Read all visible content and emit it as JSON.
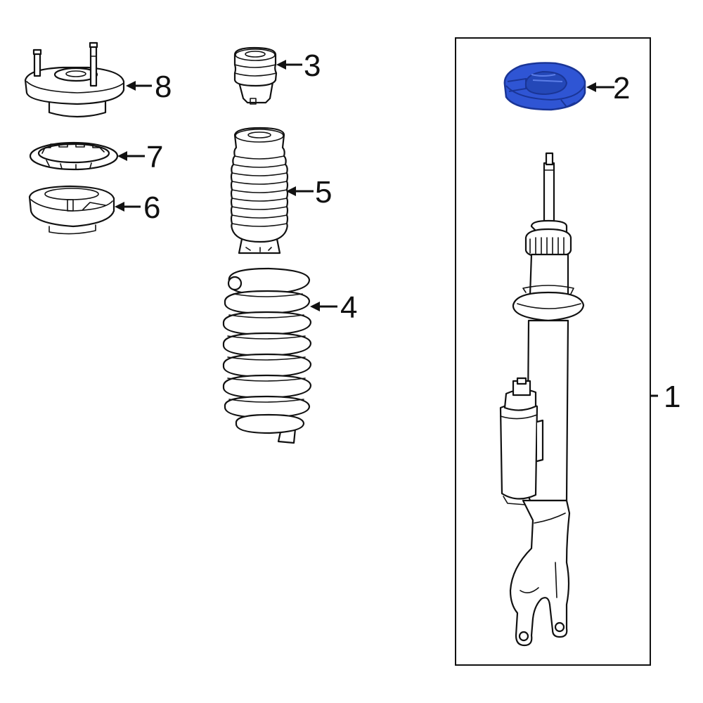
{
  "callouts": {
    "c1": "1",
    "c2": "2",
    "c3": "3",
    "c4": "4",
    "c5": "5",
    "c6": "6",
    "c7": "7",
    "c8": "8"
  },
  "colors": {
    "highlight": "#2F55D4",
    "highlight_dark": "#1A3596",
    "line": "#111111",
    "background": "#FFFFFF"
  }
}
